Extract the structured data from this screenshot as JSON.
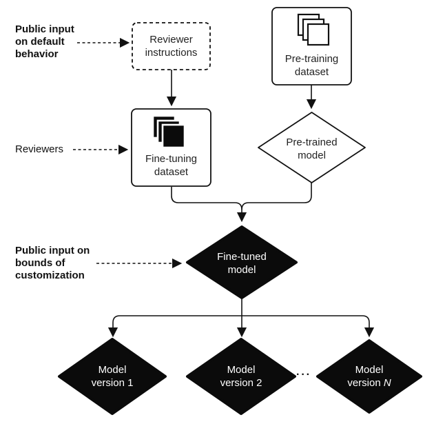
{
  "colors": {
    "ink": "#111111",
    "background": "#ffffff",
    "dark_node_fill": "#0b0b0b",
    "dark_node_text": "#ffffff",
    "light_node_text": "#222222"
  },
  "annotations": {
    "public_default": "Public input\non default\nbehavior",
    "reviewers": "Reviewers",
    "public_bounds": "Public input on\nbounds of\ncustomization"
  },
  "nodes": {
    "reviewer_instructions": "Reviewer\ninstructions",
    "pretraining_dataset": "Pre-training\ndataset",
    "finetuning_dataset": "Fine-tuning\ndataset",
    "pretrained_model": "Pre-trained\nmodel",
    "finetuned_model": "Fine-tuned\nmodel",
    "model_version_1": "Model\nversion 1",
    "model_version_2": "Model\nversion 2",
    "model_version_n": {
      "line1": "Model",
      "line2_prefix": "version",
      "line2_n": "N"
    }
  },
  "ellipsis": "···",
  "icons": {
    "pretraining": "stacked-documents-outline-icon",
    "finetuning": "stacked-documents-filled-icon"
  }
}
